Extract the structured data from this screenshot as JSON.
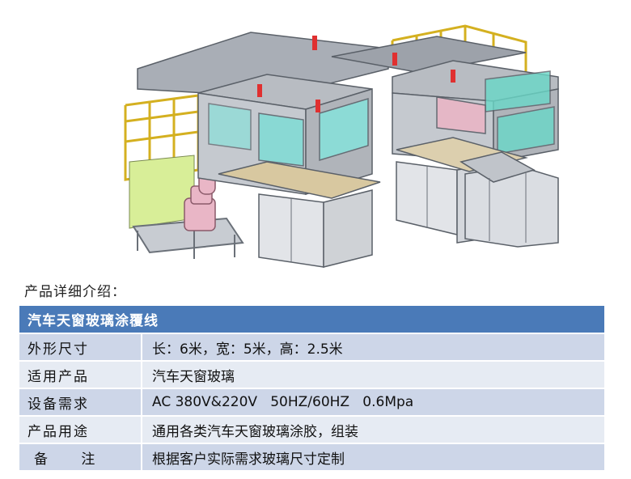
{
  "intro": "产品详细介绍：",
  "table": {
    "title": "汽车天窗玻璃涂覆线",
    "rows": [
      {
        "label": "外形尺寸",
        "value": "长：6米，宽：5米，高：2.5米"
      },
      {
        "label": "适用产品",
        "value": "汽车天窗玻璃"
      },
      {
        "label": "设备需求",
        "value": "AC 380V&220V   50HZ/60HZ   0.6Mpa"
      },
      {
        "label": "产品用途",
        "value": "通用各类汽车天窗玻璃涂胶，组装"
      },
      {
        "label": "备  注",
        "value": "根据客户实际需求玻璃尺寸定制"
      }
    ]
  },
  "colors": {
    "header": "#4a7ab8",
    "row_dark": "#cdd6e8",
    "row_light": "#e6ebf3",
    "frame": "#9aa0a8",
    "glass": "#7fe0d8",
    "robot": "#e8b8c8",
    "fence": "#e0c838"
  }
}
